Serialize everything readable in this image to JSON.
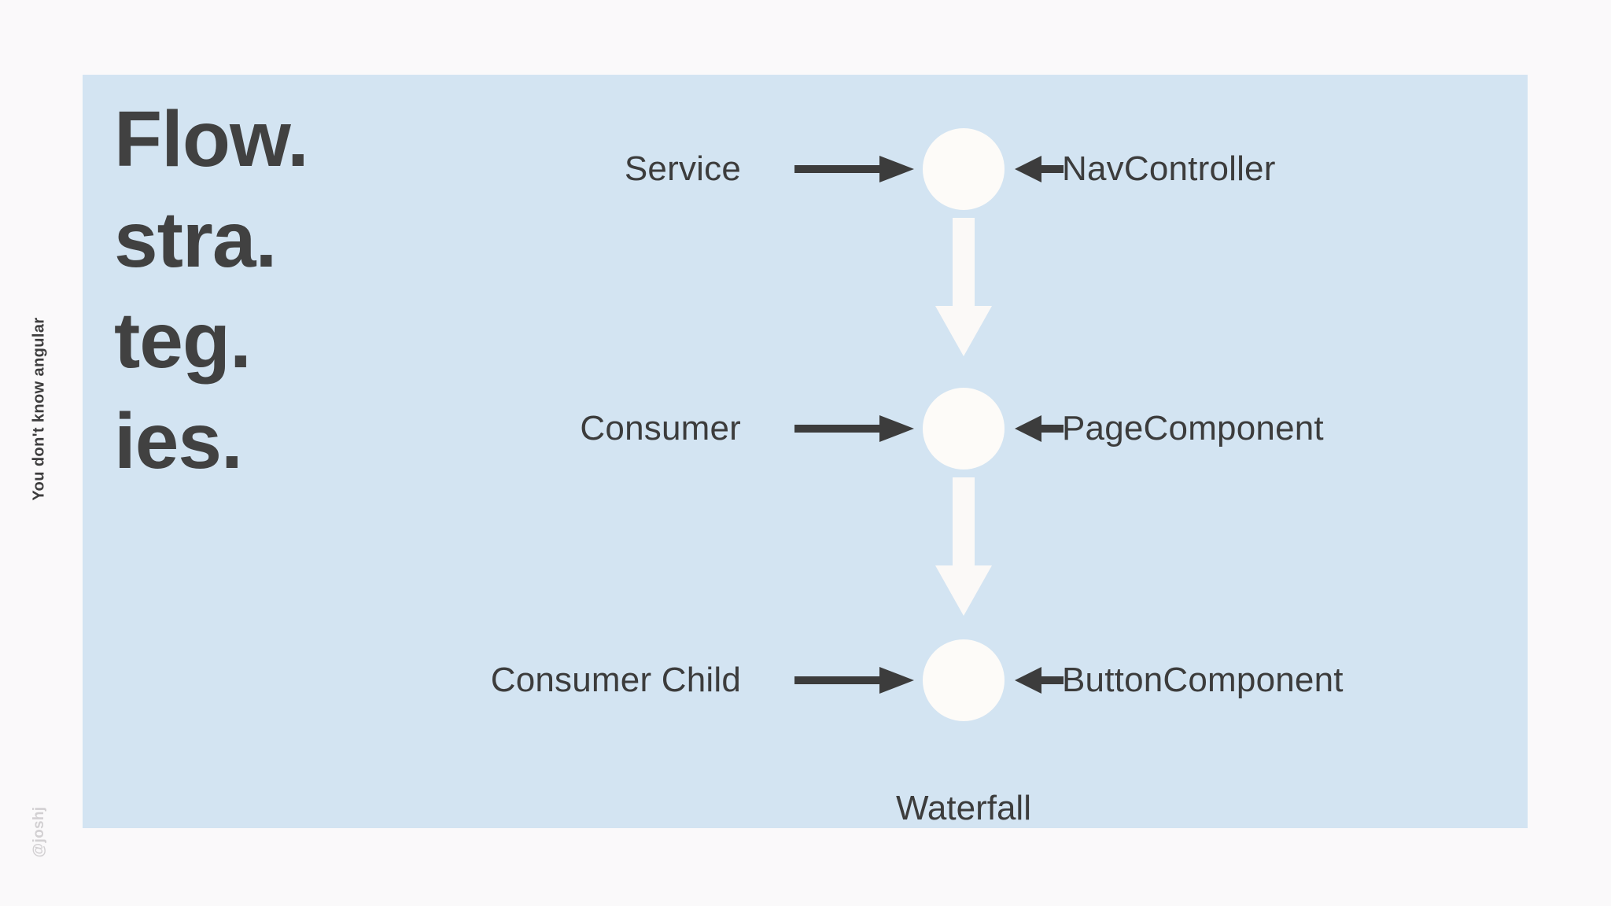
{
  "colors": {
    "page_background": "#faf9fa",
    "panel_background": "#d3e4f2",
    "node_fill": "#fdfbf8",
    "text_dark": "#3c3c3c",
    "title_dark": "#414141",
    "handle_gray": "#d2d0d2",
    "arrow_dark": "#3c3c3c",
    "connector_white": "#fbf9f7"
  },
  "rail": {
    "tagline": "You don't know angular",
    "handle": "@joshj"
  },
  "slide": {
    "title_lines": [
      "Flow.",
      "stra.",
      "teg.",
      "ies."
    ]
  },
  "diagram": {
    "caption": "Waterfall",
    "rows": [
      {
        "left_label": "Service",
        "right_label": "NavController",
        "node": "circle-node"
      },
      {
        "left_label": "Consumer",
        "right_label": "PageComponent",
        "node": "circle-node"
      },
      {
        "left_label": "Consumer Child",
        "right_label": "ButtonComponent",
        "node": "circle-node"
      }
    ],
    "connectors": [
      {
        "direction": "down"
      },
      {
        "direction": "down"
      }
    ]
  }
}
